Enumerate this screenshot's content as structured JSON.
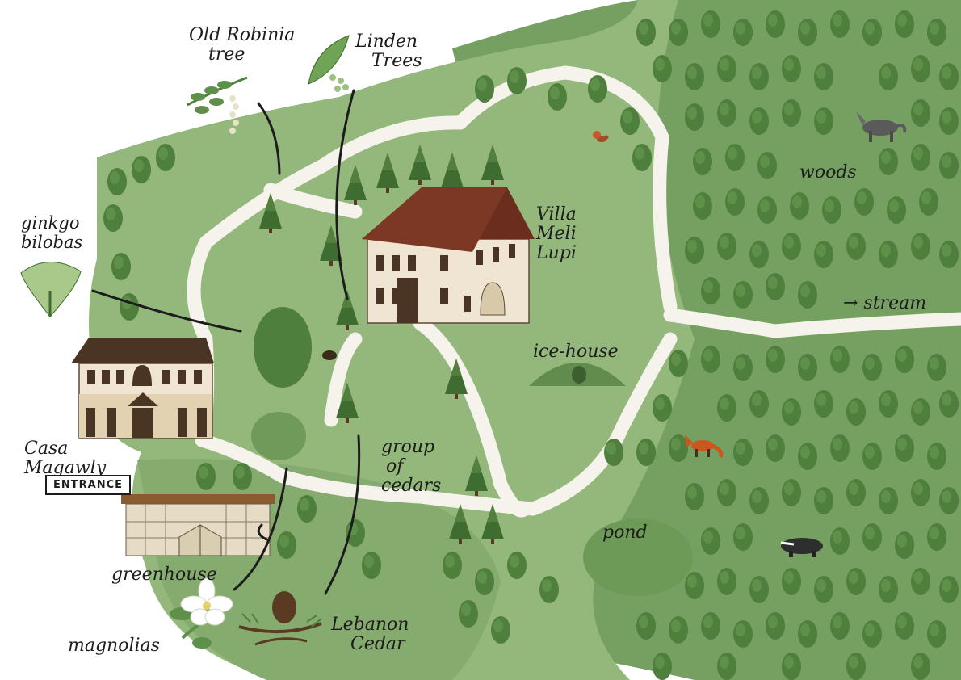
{
  "labels": {
    "old_robinia": [
      "Old Robinia",
      "tree"
    ],
    "linden": [
      "Linden",
      "Trees"
    ],
    "ginkgo": [
      "ginkgo",
      "bilobas"
    ],
    "villa": [
      "Villa",
      "Meli",
      "Lupi"
    ],
    "woods": "woods",
    "stream": "→ stream",
    "ice_house": "ice-house",
    "casa": [
      "Casa",
      "Magawly"
    ],
    "entrance": "ENTRANCE",
    "cedars_group": [
      "group",
      "of",
      "cedars"
    ],
    "pond": "pond",
    "greenhouse": "greenhouse",
    "magnolias": "magnolias",
    "lebanon": [
      "Lebanon",
      "Cedar"
    ]
  },
  "colors": {
    "lawn": "#94b77c",
    "lawn_dark": "#7fa468",
    "woods": "#76a062",
    "tree": "#4f7f3c",
    "tree_dark": "#3f6c30",
    "trunk": "#5a3a22",
    "path": "#f5f3ec",
    "pond": "#6e9a58",
    "roof": "#6b2e1e",
    "facade": "#efe5d2",
    "ink": "#1c1c1c"
  },
  "icons": [
    "squirrel-icon",
    "wolf-icon",
    "fox-icon",
    "badger-icon",
    "hedgehog-icon"
  ]
}
